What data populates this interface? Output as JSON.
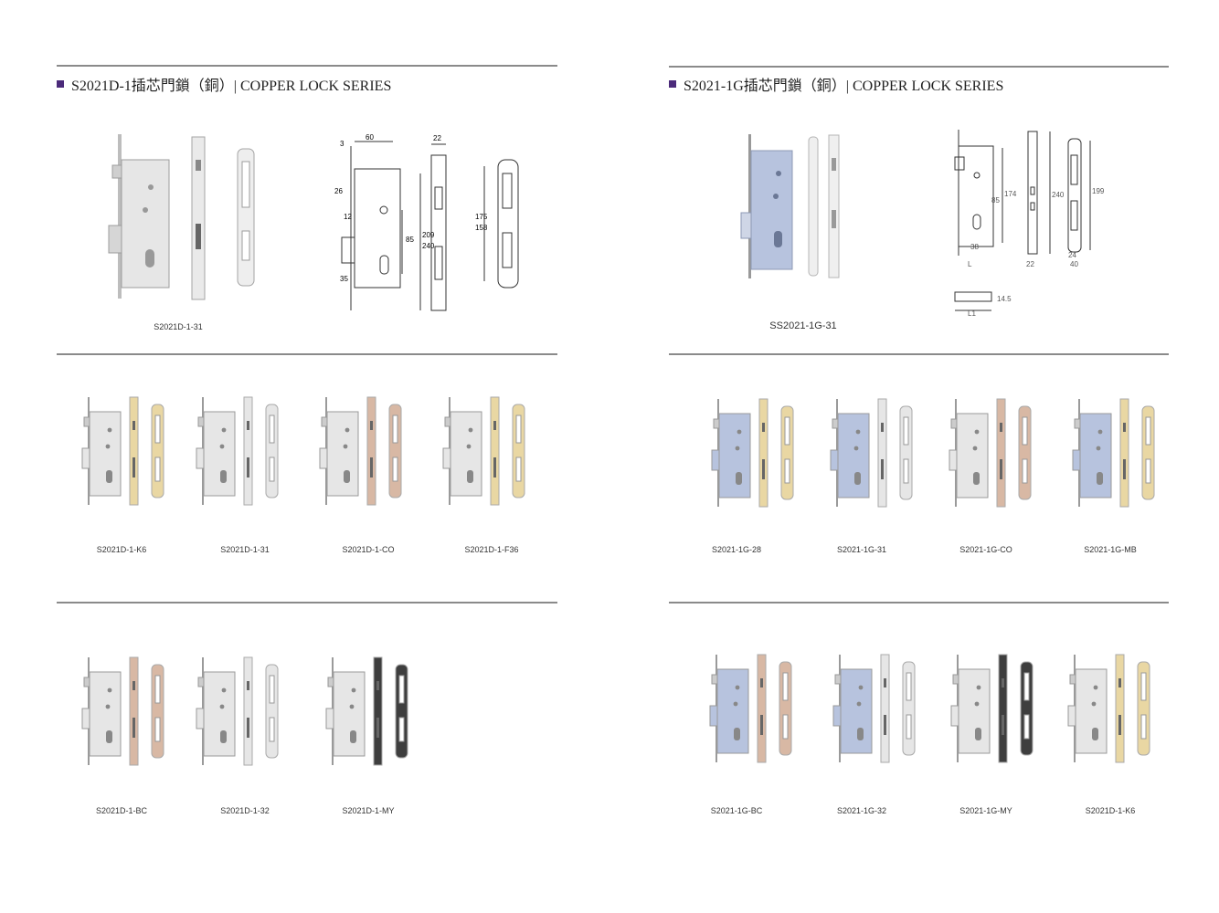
{
  "left": {
    "title": "S2021D-1插芯門鎖（銅）| COPPER LOCK SERIES",
    "feature_caption": "S2021D-1-31",
    "dimension_labels": {
      "a": "60",
      "b": "3",
      "c": "22",
      "d": "26",
      "e": "12",
      "f": "35",
      "g": "85",
      "h": "209",
      "i": "240",
      "j": "175",
      "k": "158"
    },
    "row1_captions": [
      "S2021D-1-K6",
      "S2021D-1-31",
      "S2021D-1-CO",
      "S2021D-1-F36"
    ],
    "row2_captions": [
      "S2021D-1-BC",
      "S2021D-1-32",
      "S2021D-1-MY"
    ]
  },
  "right": {
    "title": "S2021-1G插芯門鎖（銅）| COPPER LOCK SERIES",
    "feature_caption": "SS2021-1G-31",
    "dimension_labels": {
      "a": "174",
      "b": "85",
      "c": "240",
      "d": "199",
      "e": "38",
      "f": "L",
      "g": "22",
      "h": "24",
      "i": "40",
      "j": "14.5",
      "k": "L1"
    },
    "row1_captions": [
      "S2021-1G-28",
      "S2021-1G-31",
      "S2021-1G-CO",
      "S2021-1G-MB"
    ],
    "row2_captions": [
      "S2021-1G-BC",
      "S2021-1G-32",
      "S2021-1G-MY",
      "S2021D-1-K6"
    ]
  },
  "colors": {
    "rule": "#8a8a8a",
    "bullet": "#4b2a7a",
    "silver": "#e6e6e6",
    "blue_steel": "#b7c3de",
    "gold": "#e9d7a3",
    "rose": "#d8b8a4",
    "dark": "#3e3e3e"
  }
}
